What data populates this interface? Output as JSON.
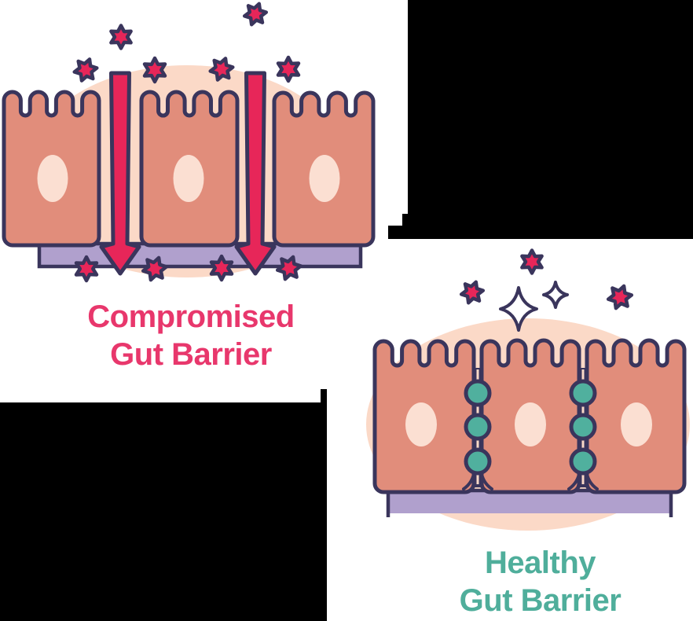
{
  "colors": {
    "background_white": "#FFFFFF",
    "screenshot_black": "#000000",
    "outline_navy": "#3A355C",
    "toxin_crimson": "#E72659",
    "compromised_title_pink": "#E8376C",
    "healthy_title_teal": "#4FAE9B",
    "cell_salmon": "#E18D7B",
    "cell_nucleus_peach": "#FBDFD2",
    "backdrop_peach": "#FBD9C7",
    "membrane_lavender": "#B0A0CD",
    "junction_teal": "#50B09E",
    "sparkle_white": "#FFFFFF"
  },
  "panels": {
    "compromised": {
      "title_lines": [
        "Compromised",
        "Gut Barrier"
      ],
      "epithelial_cell_count": 3,
      "toxin_stars_above_count": 6,
      "toxin_stars_below_count": 4,
      "permeation_arrow_count": 2
    },
    "healthy": {
      "title_lines": [
        "Healthy",
        "Gut Barrier"
      ],
      "epithelial_cell_count": 3,
      "toxin_stars_above_count": 3,
      "sparkle_count": 2,
      "tight_junction_count": 2,
      "beads_per_junction": 3
    }
  },
  "icons": {
    "toxin": "six-pointed-star-icon",
    "sparkle": "four-pointed-star-icon",
    "permeation_arrow": "down-arrow-icon",
    "tight_junction": "bead-chain-icon"
  }
}
